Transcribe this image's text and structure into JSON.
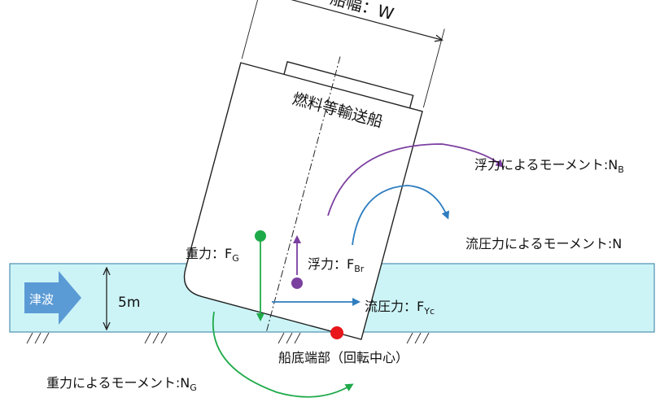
{
  "width_label": "船幅：W",
  "ship_name": "燃料等輸送船",
  "tsunami_label": "津波",
  "depth_label": "5m",
  "gravity": {
    "main": "重力：F",
    "sub": "G"
  },
  "buoyancy": {
    "main": "浮力：F",
    "sub": "Br"
  },
  "flow_pressure": {
    "main": "流圧力：F",
    "sub": "Yc"
  },
  "moment_buoyancy": {
    "main": "浮力によるモーメント:N",
    "sub": "B"
  },
  "moment_flow": {
    "main": "流圧力によるモーメント:N",
    "sub": ""
  },
  "moment_gravity": {
    "main": "重力によるモーメント:N",
    "sub": "G"
  },
  "pivot_label": "船底端部（回転中心）",
  "colors": {
    "water_fill": "#ccf4f7",
    "water_stroke": "#4f8fb0",
    "tsunami_arrow": "#5b9bd5",
    "gravity": "#1faa4a",
    "buoyancy": "#7b3fa0",
    "flow": "#2e7dbf",
    "pivot": "#e8151b",
    "hull_stroke": "#222222"
  }
}
